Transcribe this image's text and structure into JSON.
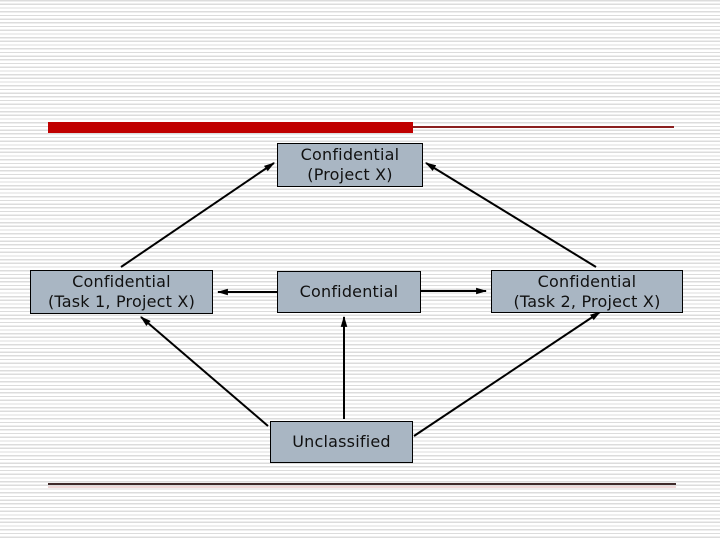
{
  "colors": {
    "stripe": "#dcdcdc",
    "accent-bar": "#c00000",
    "accent-line": "#8b2020",
    "footer-dark": "#402b2b",
    "footer-pink": "#f0d8d8",
    "node-fill": "#a9b6c3",
    "node-border": "#000000",
    "edge": "#000000",
    "text": "#111111"
  },
  "diagram": {
    "type": "lattice",
    "nodes": [
      {
        "id": "project-x",
        "label_line1": "Confidential",
        "label_line2": "(Project X)"
      },
      {
        "id": "task1",
        "label_line1": "Confidential",
        "label_line2": "(Task 1, Project X)"
      },
      {
        "id": "confidential",
        "label_line1": "Confidential",
        "label_line2": ""
      },
      {
        "id": "task2",
        "label_line1": "Confidential",
        "label_line2": "(Task 2, Project X)"
      },
      {
        "id": "unclassified",
        "label_line1": "Unclassified",
        "label_line2": ""
      }
    ],
    "edges": [
      {
        "from": "task1",
        "to": "project-x"
      },
      {
        "from": "task2",
        "to": "project-x"
      },
      {
        "from": "confidential",
        "to": "task1"
      },
      {
        "from": "confidential",
        "to": "task2"
      },
      {
        "from": "unclassified",
        "to": "confidential"
      },
      {
        "from": "unclassified",
        "to": "task1"
      },
      {
        "from": "unclassified",
        "to": "task2"
      }
    ]
  }
}
